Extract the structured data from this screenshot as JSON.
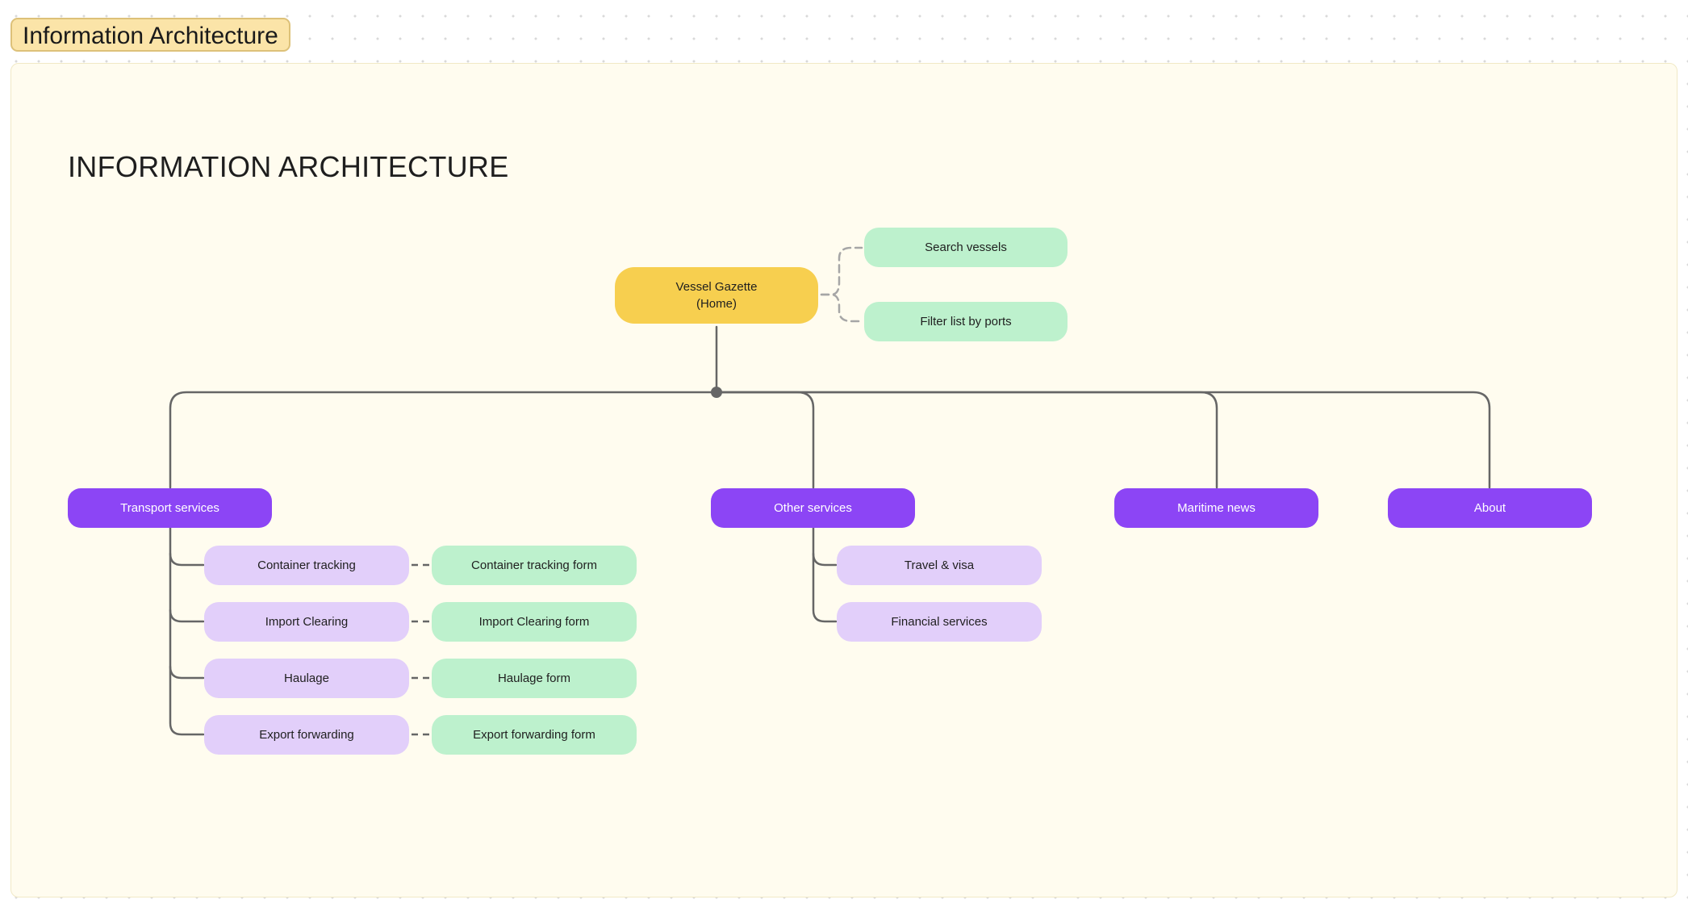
{
  "frame_title": "Information Architecture",
  "heading": "INFORMATION ARCHITECTURE",
  "home": {
    "line1": "Vessel Gazette",
    "line2": "(Home)"
  },
  "home_features": [
    "Search vessels",
    "Filter list by ports"
  ],
  "sections": {
    "transport": {
      "label": "Transport services",
      "children": [
        {
          "label": "Container tracking",
          "form": "Container tracking form"
        },
        {
          "label": "Import Clearing",
          "form": "Import Clearing form"
        },
        {
          "label": "Haulage",
          "form": "Haulage form"
        },
        {
          "label": "Export forwarding",
          "form": "Export forwarding form"
        }
      ]
    },
    "other": {
      "label": "Other services",
      "children": [
        "Travel & visa",
        "Financial services"
      ]
    },
    "news": {
      "label": "Maritime news"
    },
    "about": {
      "label": "About"
    }
  },
  "colors": {
    "home": "#f7cf4f",
    "section": "#8c45f5",
    "page": "#e2cffa",
    "form": "#bdf1cd",
    "frame": "#fffcef",
    "frame_tag": "#fbe4a8",
    "connector": "#666666"
  }
}
